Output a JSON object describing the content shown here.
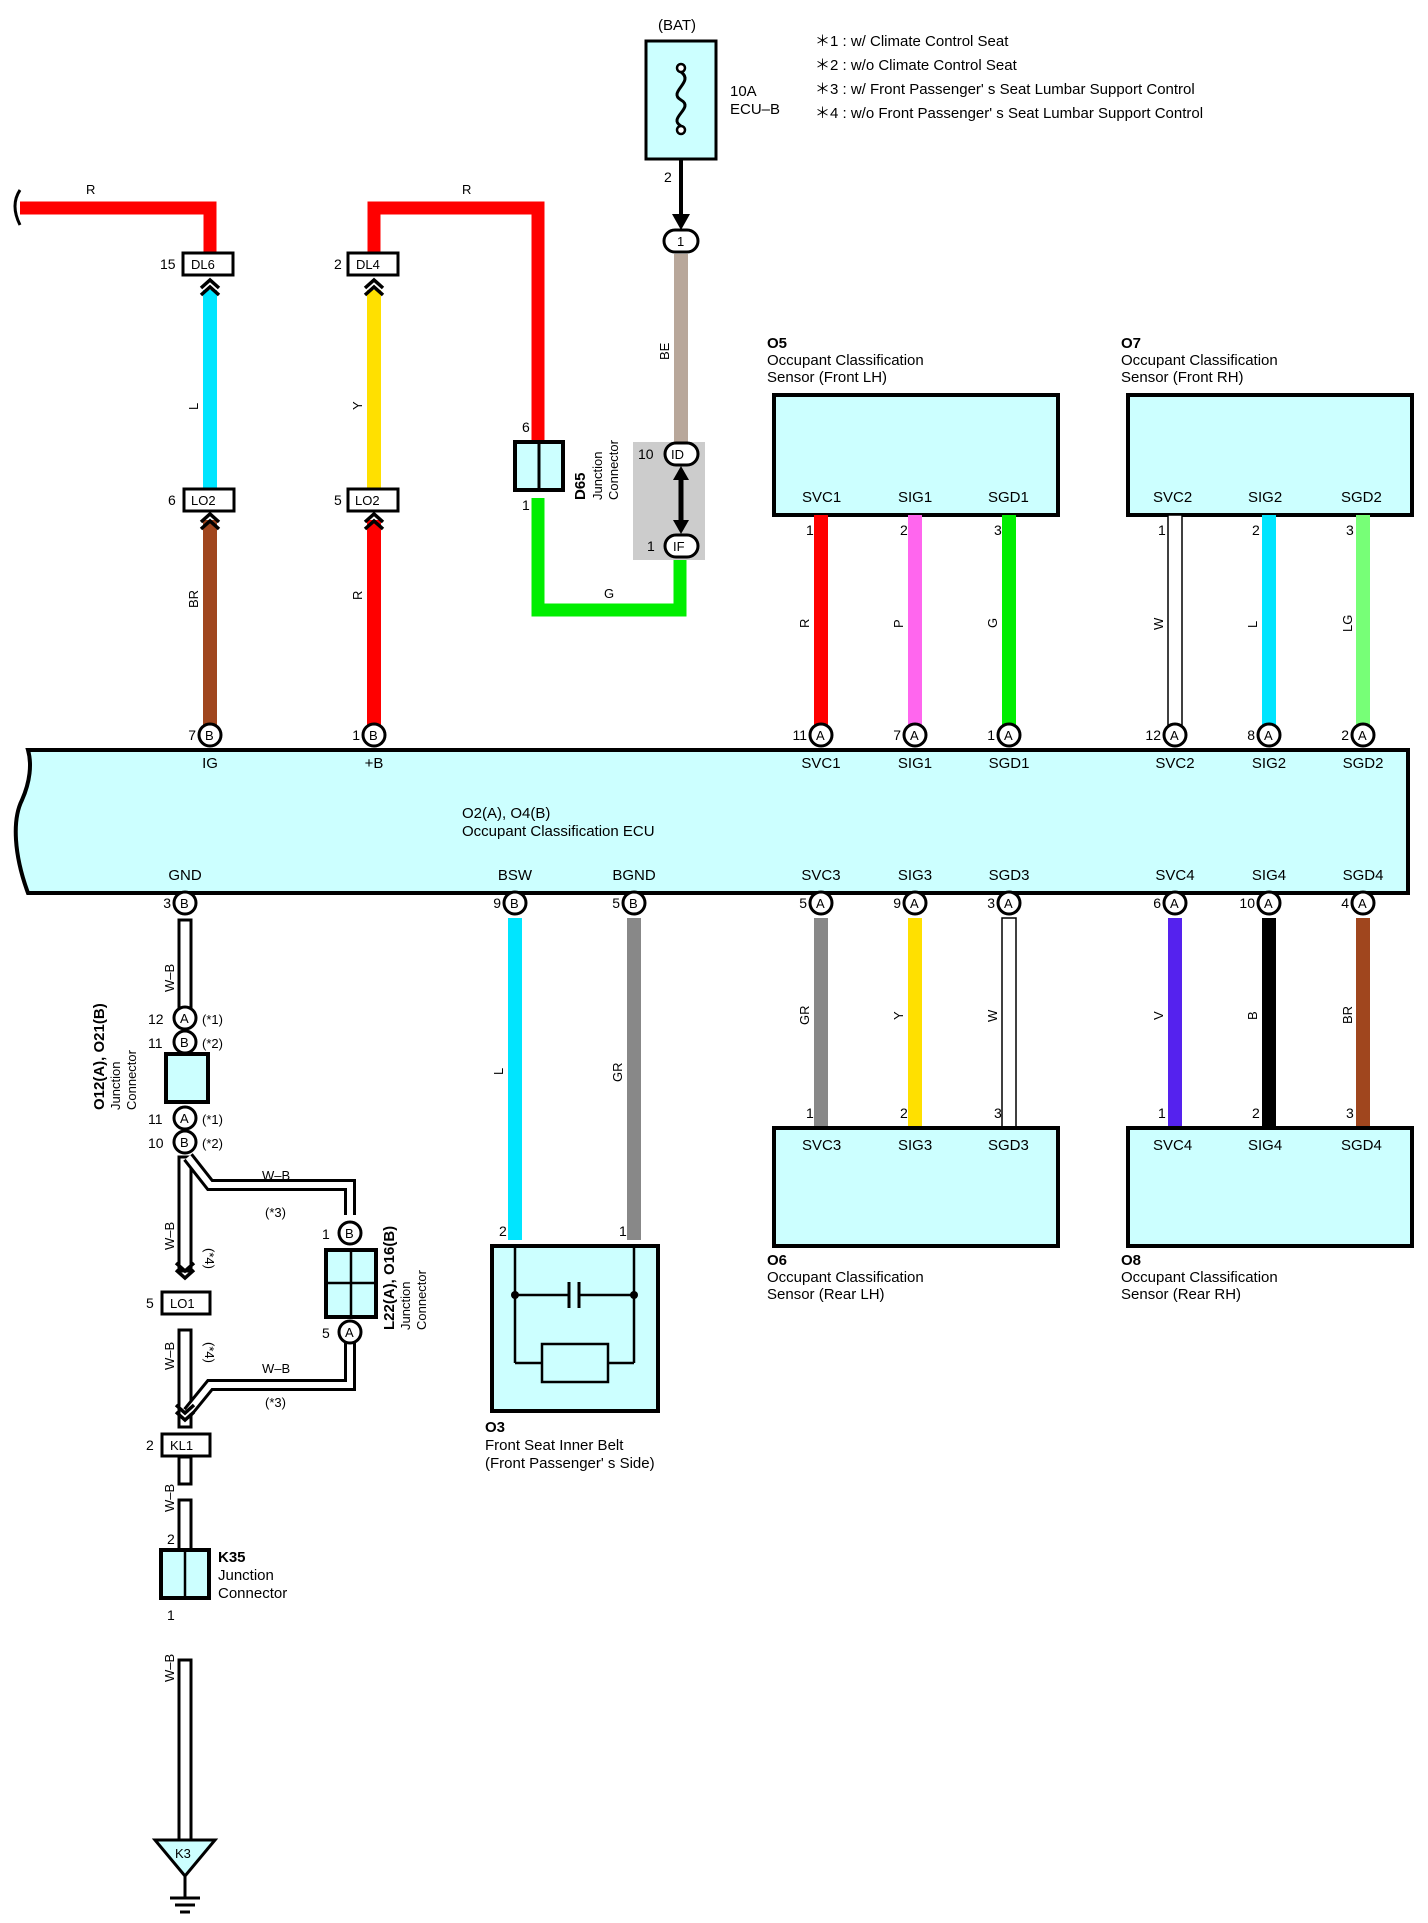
{
  "colors": {
    "R": "#ff0000",
    "L": "#00e5ff",
    "Y": "#ffe000",
    "BR": "#a0461e",
    "G": "#00ee00",
    "BE": "#b8a79a",
    "P": "#ff66ee",
    "W": "#ffffff",
    "LG": "#77ff77",
    "GR": "#888888",
    "V": "#5522ee",
    "B": "#000000",
    "WB": "#000000",
    "ecu_fill": "#ccffff",
    "joint_bg": "#cccccc"
  },
  "notes": [
    "＊1 : w/ Climate Control Seat",
    "＊2 : w/o Climate Control Seat",
    "＊3 : w/ Front Passenger' s Seat Lumbar Support Control",
    "＊4 : w/o Front Passenger' s Seat Lumbar Support Control"
  ],
  "power": {
    "source": "(BAT)",
    "fuse_rating": "10A",
    "fuse_name": "ECU–B",
    "pin_out": "2"
  },
  "wires": {
    "top_left": "R",
    "top_mid": "R",
    "L": "L",
    "Y": "Y",
    "BR": "BR",
    "R2": "R",
    "BE": "BE",
    "G": "G",
    "o5_1": "R",
    "o5_2": "P",
    "o5_3": "G",
    "o7_1": "W",
    "o7_2": "L",
    "o7_3": "LG",
    "gnd_1": "W–B",
    "gnd_2": "W–B",
    "gnd_3": "W–B",
    "gnd_4": "W–B",
    "gnd_5": "W–B",
    "lumbar_1": "W–B",
    "lumbar_2": "W–B",
    "star3": "(*3)",
    "star4": "(*4)",
    "star1": "(*1)",
    "star2": "(*2)",
    "bsw": "L",
    "bgnd": "GR",
    "o6_1": "GR",
    "o6_2": "Y",
    "o6_3": "W",
    "o8_1": "V",
    "o8_2": "B",
    "o8_3": "BR"
  },
  "connectors": {
    "dl6": {
      "name": "DL6",
      "pin": "15"
    },
    "dl4": {
      "name": "DL4",
      "pin": "2"
    },
    "lo2a": {
      "name": "LO2",
      "pin": "6"
    },
    "lo2b": {
      "name": "LO2",
      "pin": "5"
    },
    "conn_top": {
      "pin": "1"
    },
    "id": {
      "name": "ID",
      "pin": "10"
    },
    "if": {
      "name": "IF",
      "pin": "1"
    },
    "lo1": {
      "name": "LO1",
      "pin": "5"
    },
    "kl1": {
      "name": "KL1",
      "pin": "2"
    },
    "ground": "K3"
  },
  "d65": {
    "code": "D65",
    "label1": "Junction",
    "label2": "Connector",
    "pin_top": "6",
    "pin_bot": "1"
  },
  "o12": {
    "code": "O12(A), O21(B)",
    "label1": "Junction",
    "label2": "Connector",
    "pins": [
      {
        "num": "12",
        "letter": "A"
      },
      {
        "num": "11",
        "letter": "B"
      },
      {
        "num": "11",
        "letter": "A"
      },
      {
        "num": "10",
        "letter": "B"
      }
    ]
  },
  "l22": {
    "code": "L22(A), O16(B)",
    "label1": "Junction",
    "label2": "Connector",
    "pin_b": {
      "num": "1",
      "letter": "B"
    },
    "pin_a": {
      "num": "5",
      "letter": "A"
    }
  },
  "k35": {
    "code": "K35",
    "label1": "Junction",
    "label2": "Connector",
    "pin_top": "2",
    "pin_bot": "1"
  },
  "ecu": {
    "code": "O2(A), O4(B)",
    "name": "Occupant Classification ECU",
    "top_pins": [
      {
        "num": "7",
        "letter": "B",
        "name": "IG"
      },
      {
        "num": "1",
        "letter": "B",
        "name": "+B"
      },
      {
        "num": "11",
        "letter": "A",
        "name": "SVC1"
      },
      {
        "num": "7",
        "letter": "A",
        "name": "SIG1"
      },
      {
        "num": "1",
        "letter": "A",
        "name": "SGD1"
      },
      {
        "num": "12",
        "letter": "A",
        "name": "SVC2"
      },
      {
        "num": "8",
        "letter": "A",
        "name": "SIG2"
      },
      {
        "num": "2",
        "letter": "A",
        "name": "SGD2"
      }
    ],
    "bottom_pins": [
      {
        "num": "3",
        "letter": "B",
        "name": "GND"
      },
      {
        "num": "9",
        "letter": "B",
        "name": "BSW"
      },
      {
        "num": "5",
        "letter": "B",
        "name": "BGND"
      },
      {
        "num": "5",
        "letter": "A",
        "name": "SVC3"
      },
      {
        "num": "9",
        "letter": "A",
        "name": "SIG3"
      },
      {
        "num": "3",
        "letter": "A",
        "name": "SGD3"
      },
      {
        "num": "6",
        "letter": "A",
        "name": "SVC4"
      },
      {
        "num": "10",
        "letter": "A",
        "name": "SIG4"
      },
      {
        "num": "4",
        "letter": "A",
        "name": "SGD4"
      }
    ]
  },
  "sensors": {
    "o5": {
      "code": "O5",
      "line1": "Occupant Classification",
      "line2": "Sensor (Front LH)",
      "pins": [
        {
          "num": "1",
          "name": "SVC1"
        },
        {
          "num": "2",
          "name": "SIG1"
        },
        {
          "num": "3",
          "name": "SGD1"
        }
      ]
    },
    "o7": {
      "code": "O7",
      "line1": "Occupant Classification",
      "line2": "Sensor (Front RH)",
      "pins": [
        {
          "num": "1",
          "name": "SVC2"
        },
        {
          "num": "2",
          "name": "SIG2"
        },
        {
          "num": "3",
          "name": "SGD2"
        }
      ]
    },
    "o6": {
      "code": "O6",
      "line1": "Occupant Classification",
      "line2": "Sensor (Rear LH)",
      "pins": [
        {
          "num": "1",
          "name": "SVC3"
        },
        {
          "num": "2",
          "name": "SIG3"
        },
        {
          "num": "3",
          "name": "SGD3"
        }
      ]
    },
    "o8": {
      "code": "O8",
      "line1": "Occupant Classification",
      "line2": "Sensor (Rear RH)",
      "pins": [
        {
          "num": "1",
          "name": "SVC4"
        },
        {
          "num": "2",
          "name": "SIG4"
        },
        {
          "num": "3",
          "name": "SGD4"
        }
      ]
    }
  },
  "belt": {
    "code": "O3",
    "line1": "Front Seat Inner Belt",
    "line2": "(Front Passenger' s Side)",
    "pin_left": "2",
    "pin_right": "1"
  }
}
